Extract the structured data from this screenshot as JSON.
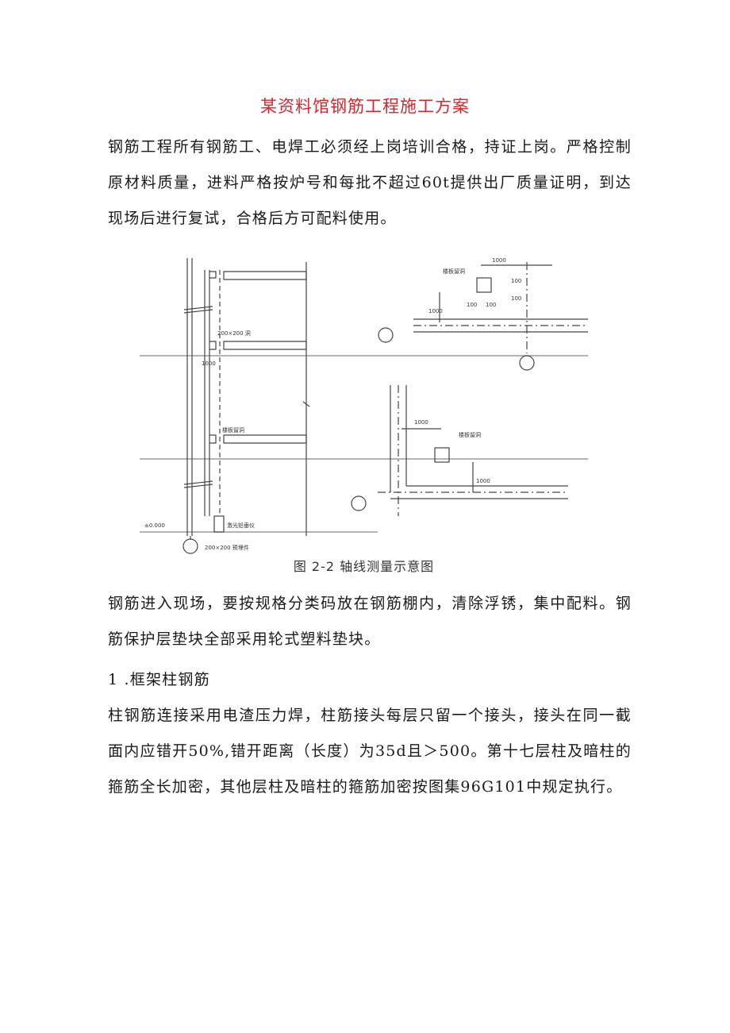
{
  "document": {
    "title": "某资料馆钢筋工程施工方案",
    "paragraph1": "钢筋工程所有钢筋工、电焊工必须经上岗培训合格，持证上岗。严格控制原材料质量，进料严格按炉号和每批不超过60t提供出厂质量证明，到达现场后进行复试，合格后方可配料使用。",
    "paragraph2": "钢筋进入现场，要按规格分类码放在钢筋棚内，清除浮锈，集中配料。钢筋保护层垫块全部采用轮式塑料垫块。",
    "heading1": "1 .框架柱钢筋",
    "paragraph3": "柱钢筋连接采用电渣压力焊，柱筋接头每层只留一个接头，接头在同一截面内应错开50%,错开距离（长度）为35d且＞500。第十七层柱及暗柱的箍筋全长加密，其他层柱及暗柱的箍筋加密按图集96G101中规定执行。"
  },
  "figure": {
    "caption": "图 2-2  轴线测量示意图",
    "labels": {
      "hole_200": "200×200 洞",
      "dim_1000_left": "1000",
      "slab_hole_left": "楼板留洞",
      "elevation": "±0.000",
      "laser_plumb": "激光铅垂仪",
      "embedded_plate": "200×200 预埋件",
      "dim_1000_tr_top": "1000",
      "slab_hole_tr": "楼板留洞",
      "dim_100_tr_a": "100",
      "dim_100_tr_b": "100",
      "dim_100_tr_c": "100",
      "dim_100_tr_d": "100",
      "dim_1000_tr_vert": "1000",
      "dim_1000_br_top": "1000",
      "slab_hole_br": "楼板留洞",
      "dim_1000_br_vert": "1000"
    }
  }
}
